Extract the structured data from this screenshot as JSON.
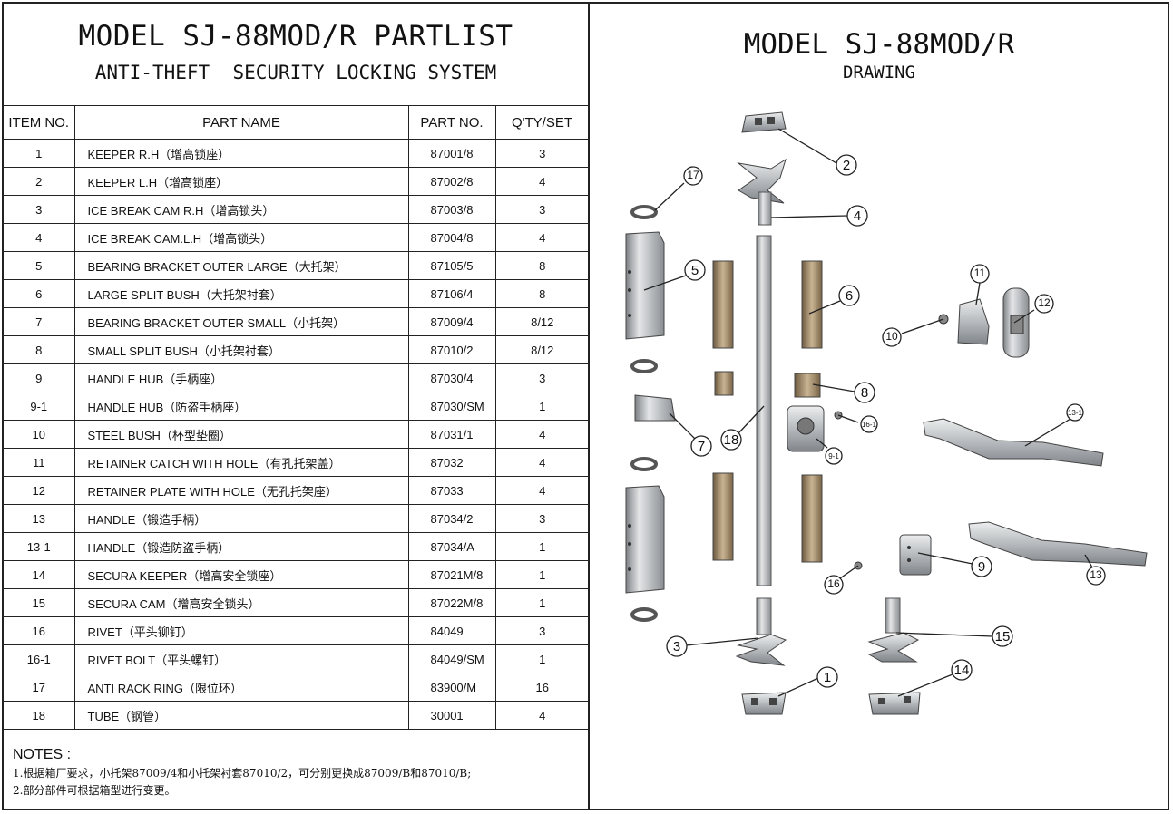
{
  "left": {
    "title": "MODEL SJ-88MOD/R PARTLIST",
    "subtitle": "ANTI-THEFT  SECURITY LOCKING SYSTEM"
  },
  "right": {
    "title": "MODEL SJ-88MOD/R",
    "subtitle": "DRAWING"
  },
  "table": {
    "headers": [
      "ITEM NO.",
      "PART NAME",
      "PART NO.",
      "Q'TY/SET"
    ],
    "rows": [
      {
        "item": "1",
        "name": "KEEPER R.H（增高锁座）",
        "part": "87001/8",
        "qty": "3"
      },
      {
        "item": "2",
        "name": "KEEPER L.H（增高锁座）",
        "part": "87002/8",
        "qty": "4"
      },
      {
        "item": "3",
        "name": "ICE BREAK CAM R.H（增高锁头）",
        "part": "87003/8",
        "qty": "3"
      },
      {
        "item": "4",
        "name": "ICE BREAK CAM.L.H（增高锁头）",
        "part": "87004/8",
        "qty": "4"
      },
      {
        "item": "5",
        "name": "BEARING BRACKET OUTER LARGE（大托架）",
        "part": "87105/5",
        "qty": "8"
      },
      {
        "item": "6",
        "name": "LARGE SPLIT BUSH（大托架衬套）",
        "part": "87106/4",
        "qty": "8"
      },
      {
        "item": "7",
        "name": "BEARING BRACKET OUTER SMALL（小托架）",
        "part": "87009/4",
        "qty": "8/12"
      },
      {
        "item": "8",
        "name": "SMALL SPLIT BUSH（小托架衬套）",
        "part": "87010/2",
        "qty": "8/12"
      },
      {
        "item": "9",
        "name": "HANDLE HUB（手柄座）",
        "part": "87030/4",
        "qty": "3"
      },
      {
        "item": "9-1",
        "name": "HANDLE HUB（防盗手柄座）",
        "part": "87030/SM",
        "qty": "1"
      },
      {
        "item": "10",
        "name": "STEEL BUSH（杯型垫圈）",
        "part": "87031/1",
        "qty": "4"
      },
      {
        "item": "11",
        "name": "RETAINER CATCH WITH HOLE（有孔托架盖）",
        "part": "87032",
        "qty": "4"
      },
      {
        "item": "12",
        "name": "RETAINER PLATE WITH HOLE（无孔托架座）",
        "part": "87033",
        "qty": "4"
      },
      {
        "item": "13",
        "name": "HANDLE（锻造手柄）",
        "part": "87034/2",
        "qty": "3"
      },
      {
        "item": "13-1",
        "name": "HANDLE（锻造防盗手柄）",
        "part": "87034/A",
        "qty": "1"
      },
      {
        "item": "14",
        "name": "SECURA  KEEPER（增高安全锁座）",
        "part": "87021M/8",
        "qty": "1"
      },
      {
        "item": "15",
        "name": "SECURA  CAM（增高安全锁头）",
        "part": "87022M/8",
        "qty": "1"
      },
      {
        "item": "16",
        "name": "RIVET（平头铆钉）",
        "part": "84049",
        "qty": "3"
      },
      {
        "item": "16-1",
        "name": "RIVET BOLT（平头螺钉）",
        "part": "84049/SM",
        "qty": "1"
      },
      {
        "item": "17",
        "name": "ANTI RACK RING（限位环）",
        "part": "83900/M",
        "qty": "16"
      },
      {
        "item": "18",
        "name": "TUBE（钢管）",
        "part": "30001",
        "qty": "4"
      }
    ]
  },
  "notes": {
    "title": "NOTES :",
    "lines": [
      "1.根据箱厂要求，小托架87009/4和小托架衬套87010/2，可分别更换成87009/B和87010/B;",
      "2.部分部件可根据箱型进行变更。"
    ]
  },
  "callouts": [
    "2",
    "17",
    "4",
    "5",
    "6",
    "11",
    "12",
    "10",
    "8",
    "16-1",
    "7",
    "18",
    "9-1",
    "13-1",
    "9",
    "16",
    "13",
    "3",
    "15",
    "1",
    "14"
  ],
  "colors": {
    "line": "#222222",
    "metal": "#b9bcbf",
    "metal_dark": "#6f7377",
    "bush": "#9a8466"
  }
}
